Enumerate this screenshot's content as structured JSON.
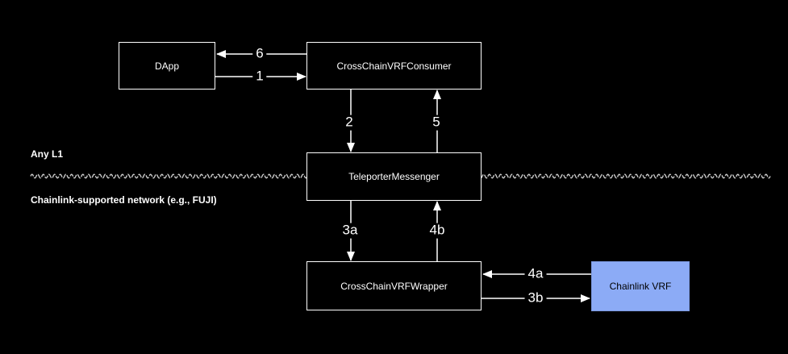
{
  "colors": {
    "background": "#000000",
    "box_border": "#ffffff",
    "box_text": "#ffffff",
    "line": "#ffffff",
    "divider": "#c9c9c9",
    "chainlink_fill": "#8cabf6",
    "chainlink_border": "#7b99e0",
    "chainlink_text": "#000000"
  },
  "regions": {
    "top_label": "Any L1",
    "bottom_label": "Chainlink-supported network (e.g., FUJI)"
  },
  "nodes": {
    "dapp": {
      "label": "DApp"
    },
    "consumer": {
      "label": "CrossChainVRFConsumer"
    },
    "teleporter": {
      "label": "TeleporterMessenger"
    },
    "wrapper": {
      "label": "CrossChainVRFWrapper"
    },
    "chainlink_vrf": {
      "label": "Chainlink VRF"
    }
  },
  "edges": {
    "step1": {
      "label": "1",
      "from": "DApp",
      "to": "CrossChainVRFConsumer"
    },
    "step2": {
      "label": "2",
      "from": "CrossChainVRFConsumer",
      "to": "TeleporterMessenger"
    },
    "step3a": {
      "label": "3a",
      "from": "TeleporterMessenger",
      "to": "CrossChainVRFWrapper"
    },
    "step3b": {
      "label": "3b",
      "from": "CrossChainVRFWrapper",
      "to": "Chainlink VRF"
    },
    "step4a": {
      "label": "4a",
      "from": "Chainlink VRF",
      "to": "CrossChainVRFWrapper"
    },
    "step4b": {
      "label": "4b",
      "from": "CrossChainVRFWrapper",
      "to": "TeleporterMessenger"
    },
    "step5": {
      "label": "5",
      "from": "TeleporterMessenger",
      "to": "CrossChainVRFConsumer"
    },
    "step6": {
      "label": "6",
      "from": "CrossChainVRFConsumer",
      "to": "DApp"
    }
  }
}
